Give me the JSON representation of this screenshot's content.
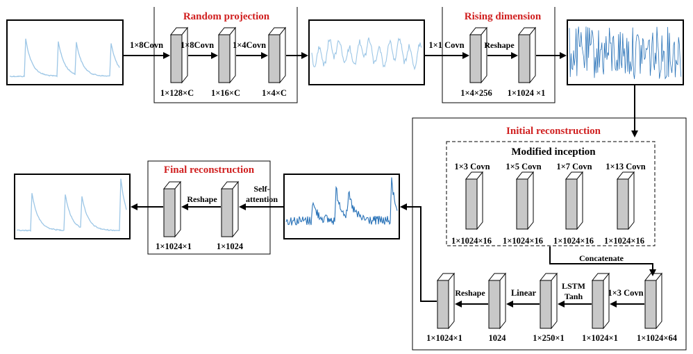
{
  "sections": {
    "random_projection": "Random projection",
    "rising_dimension": "Rising dimension",
    "initial_reconstruction": "Initial reconstruction",
    "modified_inception": "Modified inception",
    "final_reconstruction": "Final reconstruction"
  },
  "ops": {
    "conv_1x8_a": "1×8Covn",
    "conv_1x8_b": "1×8Covn",
    "conv_1x4": "1×4Covn",
    "conv_1x1": "1×1 Covn",
    "reshape_rising": "Reshape",
    "conv_1x3": "1×3 Covn",
    "conv_1x5": "1×5 Covn",
    "conv_1x7": "1×7 Covn",
    "conv_1x13": "1×13 Covn",
    "concatenate": "Concatenate",
    "conv_1x3_out": "1×3 Covn",
    "lstm": "LSTM",
    "tanh": "Tanh",
    "linear": "Linear",
    "reshape_initial": "Reshape",
    "self_attention_1": "Self-",
    "self_attention_2": "attention",
    "reshape_final": "Reshape"
  },
  "dims": {
    "rp1": "1×128×C",
    "rp2": "1×16×C",
    "rp3": "1×4×C",
    "rd1": "1×4×256",
    "rd2": "1×1024 ×1",
    "mi1": "1×1024×16",
    "mi2": "1×1024×16",
    "mi3": "1×1024×16",
    "mi4": "1×1024×16",
    "ir1": "1×1024×64",
    "ir2": "1×1024×1",
    "ir3": "1×250×1",
    "ir4": "1024",
    "ir5": "1×1024×1",
    "fr1": "1×1024",
    "fr2": "1×1024×1"
  },
  "colors": {
    "title_red": "#d01f1f",
    "signal_light": "#9cc6e6",
    "signal_dark": "#2a73b8",
    "block_face": "#c8c8c8",
    "block_side": "#ffffff"
  }
}
